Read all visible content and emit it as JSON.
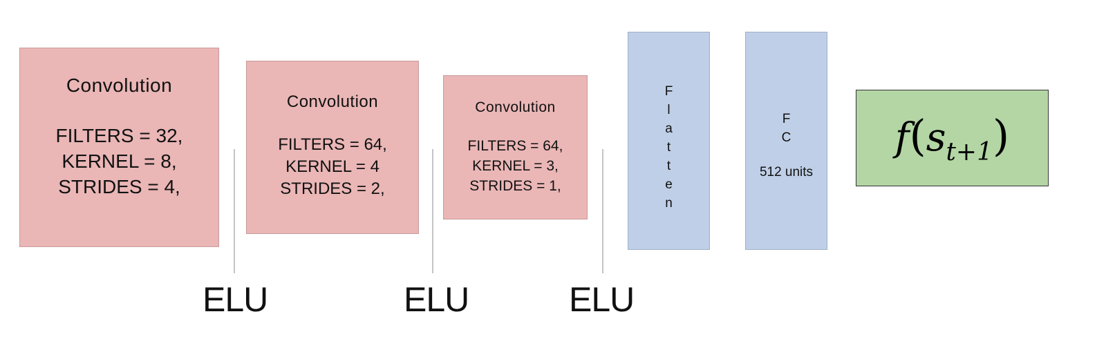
{
  "layers": {
    "conv1": {
      "title": "Convolution",
      "params": [
        "FILTERS = 32,",
        "KERNEL = 8,",
        "STRIDES = 4,"
      ]
    },
    "conv2": {
      "title": "Convolution",
      "params": [
        "FILTERS = 64,",
        "KERNEL = 4",
        "STRIDES = 2,"
      ]
    },
    "conv3": {
      "title": "Convolution",
      "params": [
        "FILTERS = 64,",
        "KERNEL = 3,",
        "STRIDES = 1,"
      ]
    },
    "flatten": {
      "letters": [
        "F",
        "l",
        "a",
        "t",
        "t",
        "e",
        "n"
      ]
    },
    "fc": {
      "letters": [
        "F",
        "C"
      ],
      "units": "512 units"
    }
  },
  "activations": [
    "ELU",
    "ELU",
    "ELU"
  ],
  "output": {
    "function": "f",
    "variable": "s",
    "subscript": "t+1"
  },
  "colors": {
    "convolution_fill": "#eab6b6",
    "dense_fill": "#bfcfe7",
    "output_fill": "#b3d6a4",
    "divider": "#c4c4c4"
  }
}
